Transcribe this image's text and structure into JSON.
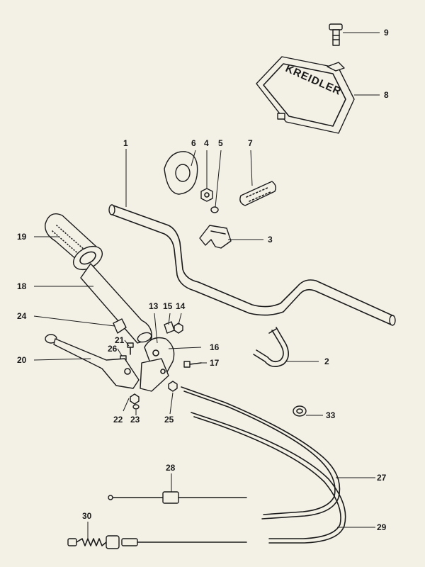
{
  "brand": {
    "logo_text": "KREIDLER"
  },
  "callouts": [
    {
      "id": "c9",
      "label": "9"
    },
    {
      "id": "c8",
      "label": "8"
    },
    {
      "id": "c1",
      "label": "1"
    },
    {
      "id": "c6",
      "label": "6"
    },
    {
      "id": "c4",
      "label": "4"
    },
    {
      "id": "c5",
      "label": "5"
    },
    {
      "id": "c7",
      "label": "7"
    },
    {
      "id": "c3",
      "label": "3"
    },
    {
      "id": "c19",
      "label": "19"
    },
    {
      "id": "c18",
      "label": "18"
    },
    {
      "id": "c13",
      "label": "13"
    },
    {
      "id": "c15",
      "label": "15"
    },
    {
      "id": "c14",
      "label": "14"
    },
    {
      "id": "c24",
      "label": "24"
    },
    {
      "id": "c21",
      "label": "21"
    },
    {
      "id": "c16",
      "label": "16"
    },
    {
      "id": "c26",
      "label": "26"
    },
    {
      "id": "c20",
      "label": "20"
    },
    {
      "id": "c2",
      "label": "2"
    },
    {
      "id": "c17",
      "label": "17"
    },
    {
      "id": "c22",
      "label": "22"
    },
    {
      "id": "c23",
      "label": "23"
    },
    {
      "id": "c25",
      "label": "25"
    },
    {
      "id": "c33",
      "label": "33"
    },
    {
      "id": "c28",
      "label": "28"
    },
    {
      "id": "c27",
      "label": "27"
    },
    {
      "id": "c30",
      "label": "30"
    },
    {
      "id": "c29",
      "label": "29"
    }
  ]
}
